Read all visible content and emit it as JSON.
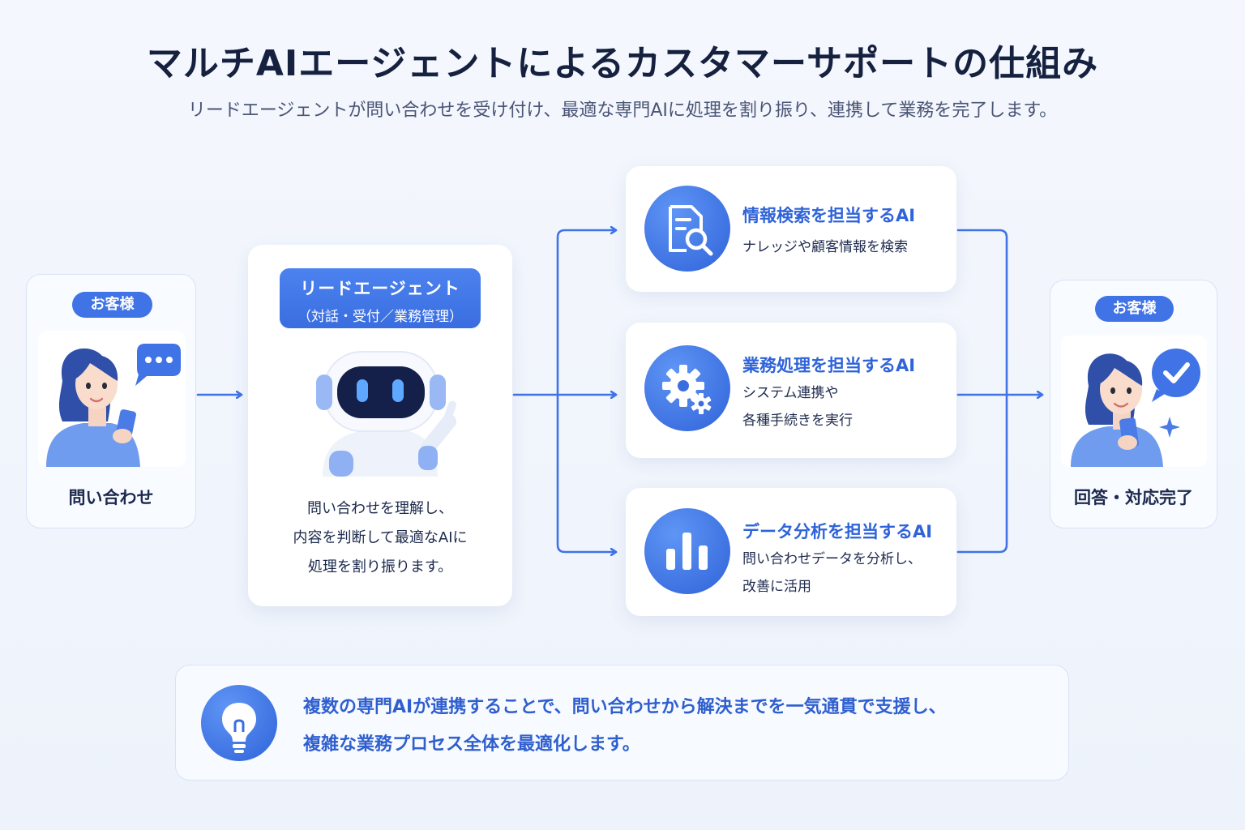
{
  "header": {
    "title": "マルチAIエージェントによるカスタマーサポートの仕組み",
    "subtitle": "リードエージェントが問い合わせを受け付け、最適な専門AIに処理を割り振り、連携して業務を完了します。"
  },
  "customer_in": {
    "badge": "お客様",
    "label": "問い合わせ"
  },
  "lead_agent": {
    "title": "リードエージェント",
    "subtitle": "（対話・受付／業務管理）",
    "description_lines": [
      "問い合わせを理解し、",
      "内容を判断して最適なAIに",
      "処理を割り振ります。"
    ]
  },
  "agents": [
    {
      "title": "情報検索を担当するAI",
      "desc_lines": [
        "ナレッジや顧客情報を検索"
      ],
      "icon": "document-search-icon"
    },
    {
      "title": "業務処理を担当するAI",
      "desc_lines": [
        "システム連携や",
        "各種手続きを実行"
      ],
      "icon": "gear-icon"
    },
    {
      "title": "データ分析を担当するAI",
      "desc_lines": [
        "問い合わせデータを分析し、",
        "改善に活用"
      ],
      "icon": "bar-chart-icon"
    }
  ],
  "customer_out": {
    "badge": "お客様",
    "label": "回答・対応完了"
  },
  "footer": {
    "lines": [
      "複数の専門AIが連携することで、問い合わせから解決までを一気通貫で支援し、",
      "複雑な業務プロセス全体を最適化します。"
    ],
    "icon": "lightbulb-icon"
  },
  "colors": {
    "accent": "#3f73e6",
    "accent_dark": "#2f63d9",
    "text": "#1d2a4d",
    "background": "#f2f6fc"
  }
}
